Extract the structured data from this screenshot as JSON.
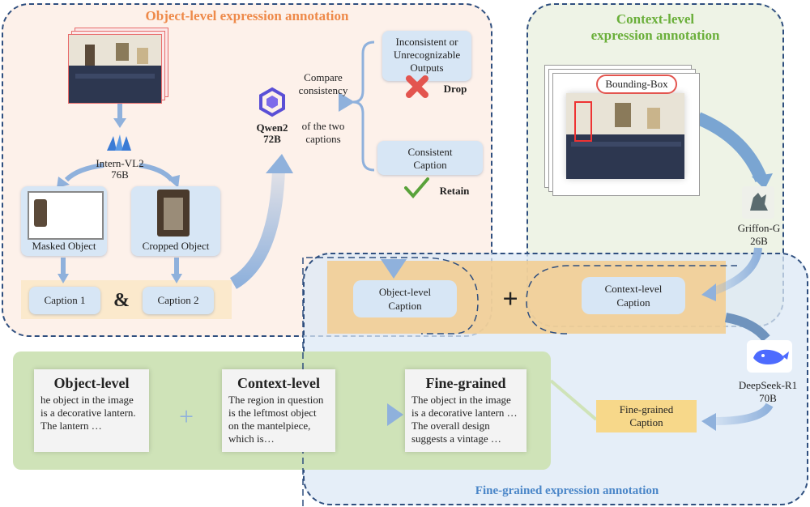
{
  "colors": {
    "region_border": "#2f4f7f",
    "object_title": "#ee8a4a",
    "context_title": "#6aaf3a",
    "fine_title": "#4a86c8",
    "arrow": "#8fb1dc",
    "caption_box": "#d7e6f5",
    "fine_caption_box": "#f7d88a",
    "drop_mark": "#e3554f",
    "retain_mark": "#59a23a"
  },
  "regions": {
    "object": {
      "title": "Object-level expression annotation"
    },
    "context": {
      "title_line1": "Context-level",
      "title_line2": "expression annotation"
    },
    "fine": {
      "title": "Fine-grained expression annotation"
    }
  },
  "models": {
    "intern": {
      "name": "Intern-VL2",
      "size": "76B",
      "icon": "intern-logo-icon"
    },
    "qwen": {
      "name": "Qwen2",
      "size": "72B",
      "icon": "qwen-logo-icon"
    },
    "griffon": {
      "name": "Griffon-G",
      "size": "26B",
      "icon": "griffon-logo-icon"
    },
    "deepseek": {
      "name": "DeepSeek-R1",
      "size": "70B",
      "icon": "whale-logo-icon"
    }
  },
  "object_stage": {
    "masked_label": "Masked Object",
    "cropped_label": "Cropped Object",
    "caption1": "Caption 1",
    "caption2": "Caption 2",
    "ampersand": "&",
    "compare_line1": "Compare",
    "compare_line2": "consistency",
    "compare_line3": "of the two",
    "compare_line4": "captions"
  },
  "decision": {
    "inconsistent_line1": "Inconsistent or",
    "inconsistent_line2": "Unrecognizable",
    "inconsistent_line3": "Outputs",
    "drop": "Drop",
    "consistent_line1": "Consistent",
    "consistent_line2": "Caption",
    "retain": "Retain"
  },
  "context_stage": {
    "bbox_label": "Bounding-Box"
  },
  "merge": {
    "object_caption_line1": "Object-level",
    "object_caption_line2": "Caption",
    "plus": "+",
    "context_caption_line1": "Context-level",
    "context_caption_line2": "Caption"
  },
  "fine_stage": {
    "plus": "+",
    "object_card": {
      "title": "Object-level",
      "body": "he object in the image is a decorative lantern. The lantern …"
    },
    "context_card": {
      "title": "Context-level",
      "body": "The region in question is the leftmost object on the mantelpiece, which is…"
    },
    "fine_card": {
      "title": "Fine-grained",
      "body": "The object in the image is a decorative lantern … The overall design suggests a vintage …"
    },
    "fine_caption_line1": "Fine-grained",
    "fine_caption_line2": "Caption"
  }
}
